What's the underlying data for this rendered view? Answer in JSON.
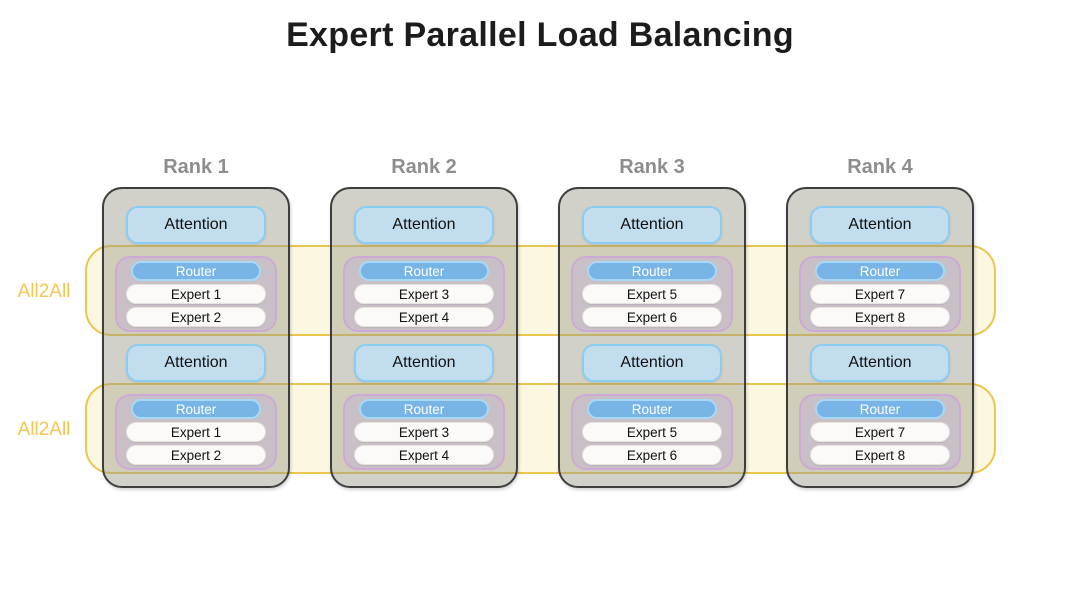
{
  "title": "Expert Parallel Load Balancing",
  "all2all": {
    "band1_label": "All2All",
    "band2_label": "All2All"
  },
  "ranks": [
    {
      "label": "Rank 1",
      "attention1": "Attention",
      "router1": "Router",
      "experts1": [
        "Expert 1",
        "Expert 2"
      ],
      "attention2": "Attention",
      "router2": "Router",
      "experts2": [
        "Expert 1",
        "Expert 2"
      ]
    },
    {
      "label": "Rank 2",
      "attention1": "Attention",
      "router1": "Router",
      "experts1": [
        "Expert 3",
        "Expert 4"
      ],
      "attention2": "Attention",
      "router2": "Router",
      "experts2": [
        "Expert 3",
        "Expert 4"
      ]
    },
    {
      "label": "Rank 3",
      "attention1": "Attention",
      "router1": "Router",
      "experts1": [
        "Expert 5",
        "Expert 6"
      ],
      "attention2": "Attention",
      "router2": "Router",
      "experts2": [
        "Expert 5",
        "Expert 6"
      ]
    },
    {
      "label": "Rank 4",
      "attention1": "Attention",
      "router1": "Router",
      "experts1": [
        "Expert 7",
        "Expert 8"
      ],
      "attention2": "Attention",
      "router2": "Router",
      "experts2": [
        "Expert 7",
        "Expert 8"
      ]
    }
  ],
  "colors": {
    "title_text": "#1c1c1c",
    "rank_label_text": "#8d8d8d",
    "card_fill": "rgba(160,157,140,0.47)",
    "card_border": "#3e3e3e",
    "band_fill": "#fcf7e1",
    "band_border": "#e9c64d",
    "all2all_text": "#f3c64f",
    "attention_fill": "#c2ddee",
    "attention_border": "#8bcdf1",
    "moe_fill": "#c9c0c7",
    "moe_border": "#cda9d5",
    "router_fill": "#78b4e5",
    "router_border": "#a6d9f6",
    "expert_fill": "#fbfaf9"
  }
}
